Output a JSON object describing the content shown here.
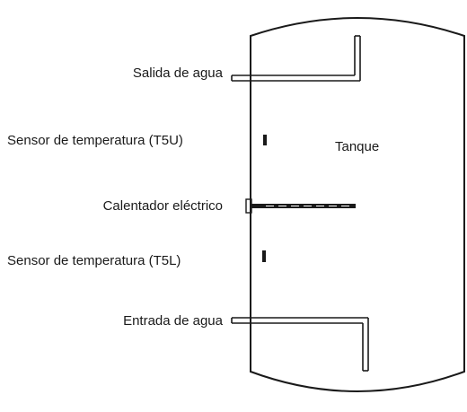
{
  "labels": {
    "water_outlet": "Salida de agua",
    "sensor_upper": "Sensor de temperatura (T5U)",
    "tank": "Tanque",
    "electric_heater": "Calentador eléctrico",
    "sensor_lower": "Sensor de temperatura (T5L)",
    "water_inlet": "Entrada de agua"
  },
  "colors": {
    "outline": "#1a1a1a",
    "background": "#ffffff"
  }
}
